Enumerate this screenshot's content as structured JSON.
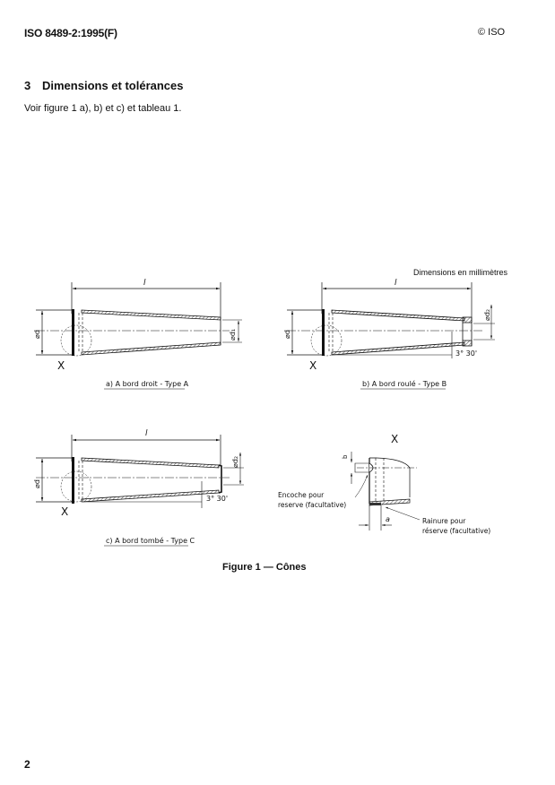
{
  "header": {
    "standard_id": "ISO 8489-2:1995(F)",
    "copyright": "© ISO"
  },
  "section": {
    "number": "3",
    "title": "Dimensions et tolérances",
    "paragraph": "Voir figure 1 a), b) et c) et tableau 1."
  },
  "figure": {
    "units_note": "Dimensions en millimètres",
    "caption": "Figure 1 — Cônes",
    "panels": [
      {
        "id": "a",
        "caption": "a) A bord droit - Type A",
        "labels": {
          "length": "l",
          "diameter_left": "⌀d",
          "diameter_right": "⌀d₁",
          "detail": "X"
        }
      },
      {
        "id": "b",
        "caption": "b) A bord roulé - Type B",
        "labels": {
          "length": "l",
          "diameter_left": "⌀d",
          "diameter_right": "⌀d₂",
          "angle": "3° 30'",
          "detail": "X"
        }
      },
      {
        "id": "c",
        "caption": "c) A bord tombé - Type C",
        "labels": {
          "length": "l",
          "diameter_left": "⌀d",
          "diameter_right": "⌀d₂",
          "angle": "3° 30'",
          "detail": "X"
        }
      }
    ],
    "detail_x": {
      "title": "X",
      "dim_b": "b",
      "dim_a": "a",
      "notch_label_1": "Encoche pour",
      "notch_label_2": "reserve (facultative)",
      "groove_label_1": "Rainure pour",
      "groove_label_2": "réserve (facultative)"
    }
  },
  "footer": {
    "page_number": "2"
  }
}
